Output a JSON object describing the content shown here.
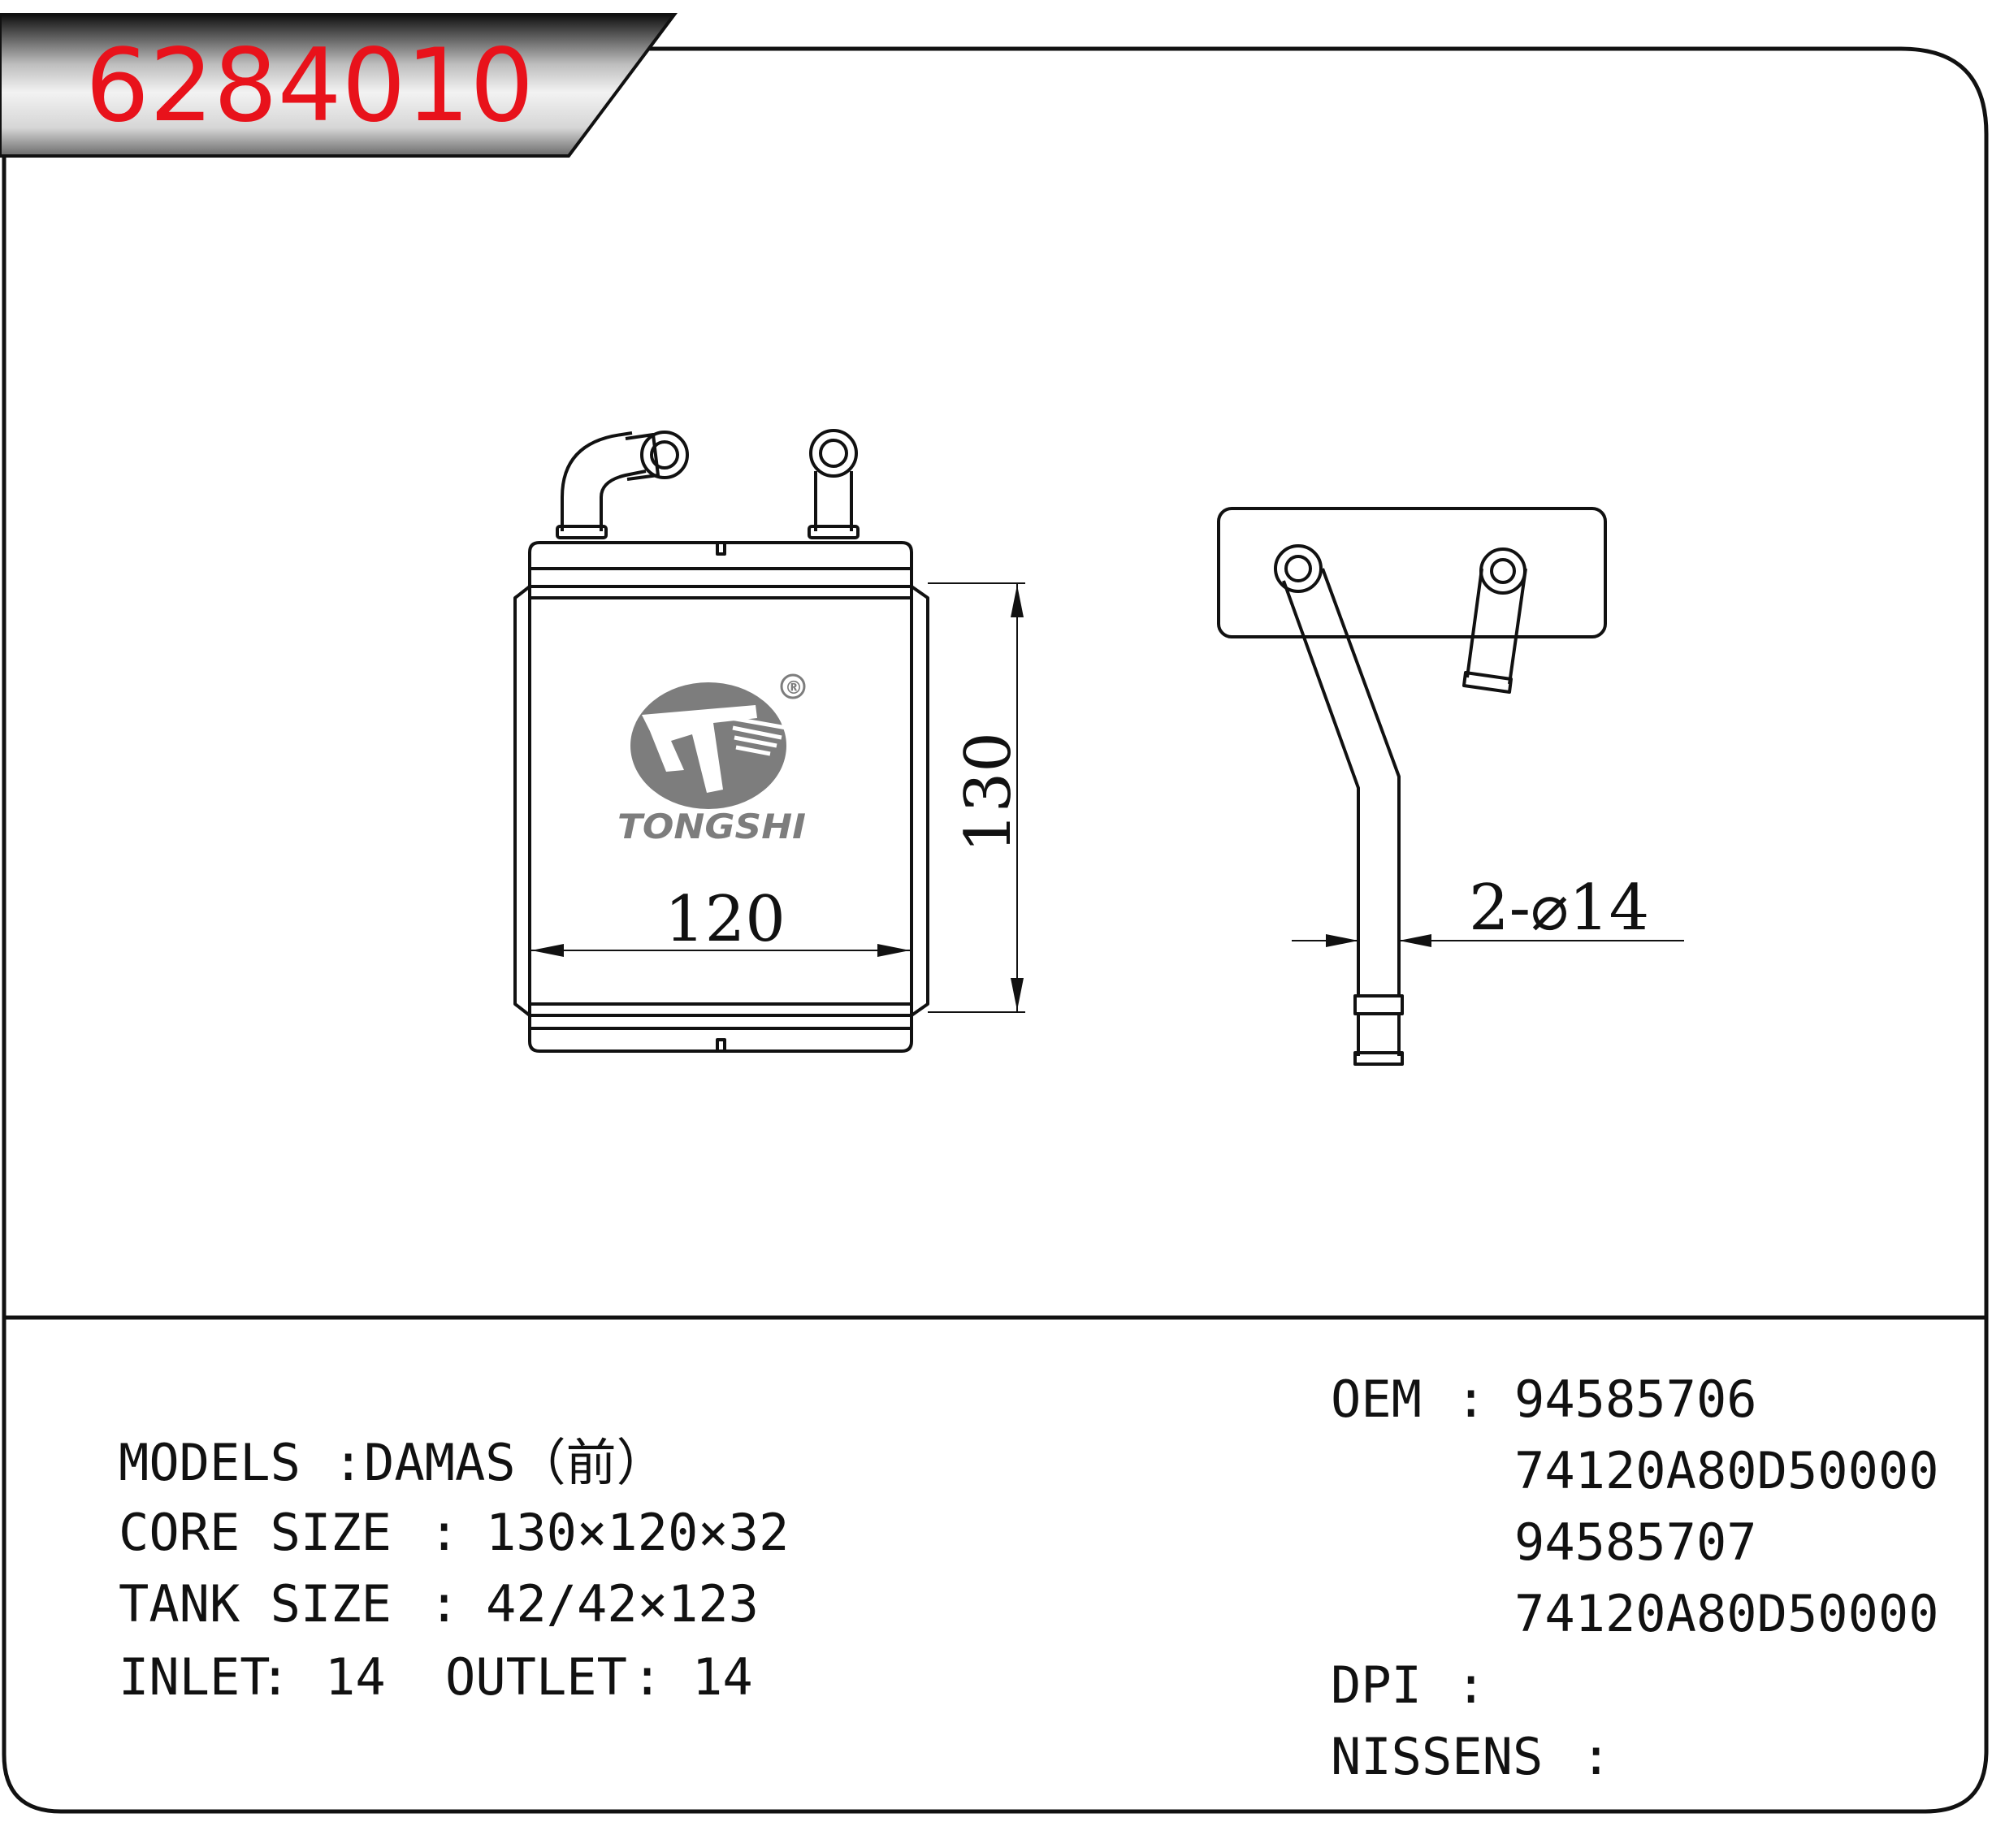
{
  "header": {
    "part_number": "6284010"
  },
  "drawing": {
    "logo_brand": "TONGSHI",
    "logo_registered": "®",
    "dim_height": "130",
    "dim_width": "120",
    "dim_pipe": "2-⌀14"
  },
  "specs": {
    "models": {
      "label": "MODELS",
      "sep": ":",
      "value": "DAMAS（前）"
    },
    "core_size": {
      "label": "CORE SIZE",
      "sep": ":",
      "value": "130×120×32"
    },
    "tank_size": {
      "label": "TANK SIZE",
      "sep": ":",
      "value": "42/42×123"
    },
    "inlet": {
      "label": "INLET",
      "sep": ":",
      "value": "14"
    },
    "outlet": {
      "label": "OUTLET",
      "sep": ":",
      "value": "14"
    }
  },
  "references": {
    "oem": {
      "label": "OEM",
      "sep": ":",
      "values": [
        "94585706",
        "74120A80D50000",
        "94585707",
        "74120A80D50000"
      ]
    },
    "dpi": {
      "label": "DPI",
      "sep": ":"
    },
    "nissens": {
      "label": "NISSENS",
      "sep": ":"
    }
  },
  "colors": {
    "part_number": "#e8121b",
    "banner_dark": "#141414",
    "banner_light": "#f0f0f0",
    "line": "#111111",
    "logo_gray": "#7d7d7d"
  }
}
